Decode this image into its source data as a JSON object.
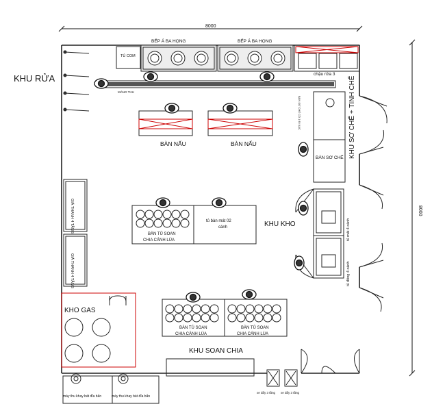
{
  "dimensions": {
    "width_label": "8000",
    "height_label": "8000"
  },
  "zones": {
    "khu_rua": "KHU RỬA",
    "khu_so_che": "KHU SƠ CHẾ + TINH CHẾ",
    "khu_kho": "KHU KHO",
    "kho_gas": "KHO GAS",
    "khu_soan_chia": "KHU SOAN CHIA"
  },
  "equipment": {
    "bep_a_1": "BẾP Á BA HỌNG",
    "bep_a_2": "BẾP Á BA HỌNG",
    "tu_com": "TỦ COM",
    "chau_rua": "chậu rửa 3",
    "mang_thu": "MÁNG THU",
    "ban_nau_1": "BÀN NẤU",
    "ban_nau_2": "BÀN NẤU",
    "ban_so_che": "BÀN SƠ CHẾ",
    "ban_so_che_small": "BÀN SƠ CHẾ CÓ 1 ĐI XÁC",
    "ban_tu_soan_1_l1": "BÀN  TỦ SOAN",
    "ban_tu_soan_1_l2": "CHIA CÁNH LÙA",
    "tu_ban_mat_l1": "tủ  bàn mát 02",
    "tu_ban_mat_l2": "cánh",
    "ban_tu_soan_2_l1": "BÀN  TỦ SOAN",
    "ban_tu_soan_2_l2": "CHIA CÁNH LÙA",
    "ban_tu_soan_3_l1": "BÀN  TỦ SOAN",
    "ban_tu_soan_3_l2": "CHIA CÁNH LÙA",
    "gia_thanh_1": "GIÁ THANH 4 TẦNG",
    "gia_thanh_2": "GIÁ THANH 4 TẦNG",
    "tu_mat": "tủ mát 4 cánh",
    "tu_dong": "tủ đông 4 cánh",
    "xe_day_1": "xe đẩy 3 tầng",
    "xe_day_2": "xe đẩy 3 tầng",
    "may_bat_1": "máy thu khay bát đĩa bẩn",
    "may_bat_2": "máy thu khay bát đĩa bẩn"
  }
}
